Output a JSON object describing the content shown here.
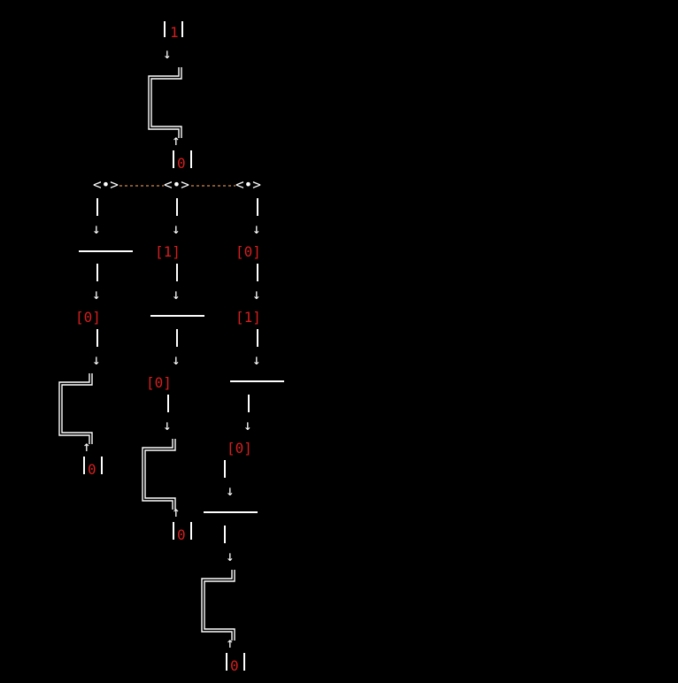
{
  "colors": {
    "background": "#000000",
    "line": "#ffffff",
    "value": "#d41e1e",
    "link": "#d28a4e"
  },
  "top_cell": {
    "value": "1",
    "arrow": "↓"
  },
  "top_ground": {
    "value": "0",
    "arrow": "↑"
  },
  "splitter": {
    "node_glyph": "<•>"
  },
  "branch_a": {
    "bits": [
      "0"
    ],
    "ground": "0"
  },
  "branch_b": {
    "bits": [
      "1",
      "0"
    ],
    "ground": "0"
  },
  "branch_c": {
    "bits": [
      "0",
      "1",
      "0"
    ],
    "ground": "0"
  }
}
